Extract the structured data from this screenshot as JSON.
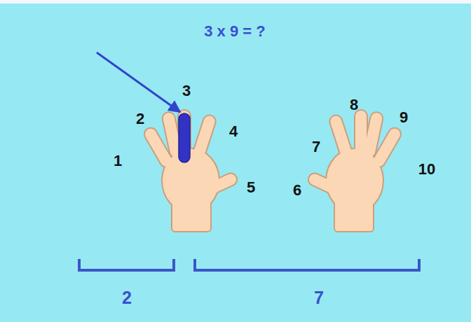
{
  "diagram": {
    "title": "3 x 9 = ?",
    "labels": [
      "1",
      "2",
      "3",
      "4",
      "5",
      "6",
      "7",
      "8",
      "9",
      "10",
      "2",
      "7"
    ]
  }
}
